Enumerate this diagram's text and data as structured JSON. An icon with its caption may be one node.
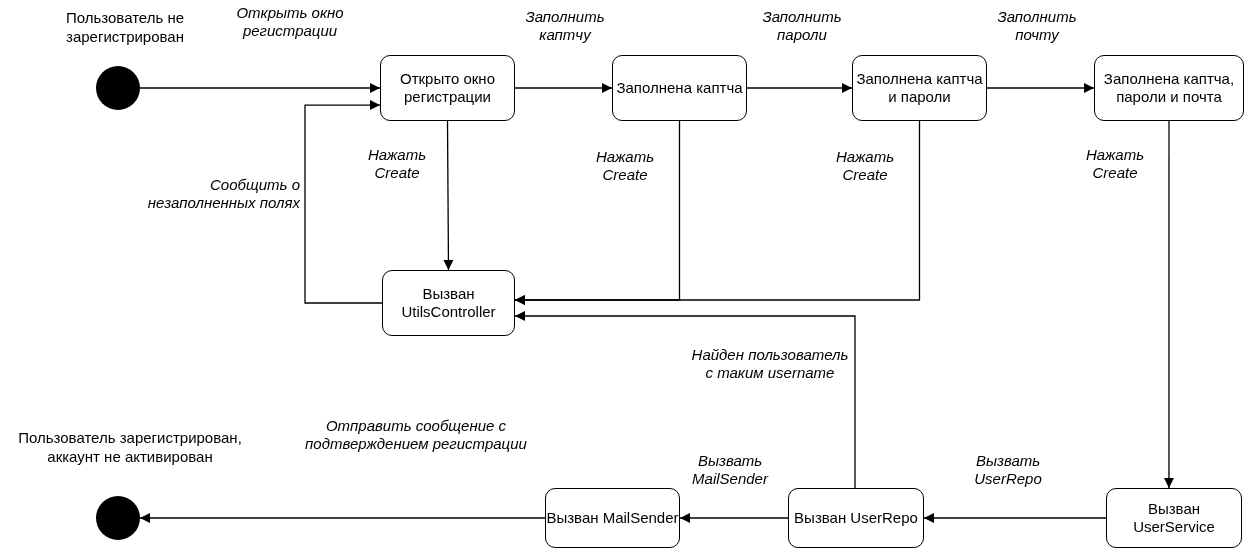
{
  "diagram": {
    "nodes": [
      {
        "text": [],
        "shape": "circle",
        "beside": [
          "Пользователь не зарегистрирован"
        ]
      },
      {
        "text": [
          "Открыто окно регистрации"
        ]
      },
      {
        "text": [
          "Заполнена каптча"
        ]
      },
      {
        "text": [
          "Заполнена каптча и пароли"
        ]
      },
      {
        "text": [
          "Заполнена каптча, пароли и почта"
        ]
      },
      {
        "text": [
          "Вызван UtilsController"
        ]
      },
      {
        "text": [
          "Вызван UserService"
        ]
      },
      {
        "text": [
          "Вызван UserRepo"
        ]
      },
      {
        "text": [
          "Вызван MailSender"
        ]
      },
      {
        "text": [],
        "shape": "circle",
        "beside": [
          "Пользователь зарегистрирован, аккаунт не активирован"
        ]
      }
    ],
    "edges": [
      {
        "from": 0,
        "to": 1,
        "arrow": "to",
        "label": "Открыть окно регистрации"
      },
      {
        "from": 1,
        "to": 2,
        "arrow": "to",
        "label": "Заполнить каптчу"
      },
      {
        "from": 2,
        "to": 3,
        "arrow": "to",
        "label": "Заполнить пароли"
      },
      {
        "from": 3,
        "to": 4,
        "arrow": "to",
        "label": "Заполнить почту"
      },
      {
        "from": 1,
        "to": 5,
        "arrow": "to",
        "label": "Нажать Create"
      },
      {
        "from": 2,
        "to": 5,
        "arrow": "to",
        "label": "Нажать Create"
      },
      {
        "from": 3,
        "to": 5,
        "arrow": "to",
        "label": "Нажать Create"
      },
      {
        "from": 5,
        "to": 1,
        "arrow": "to",
        "label": "Сообщить о незаполненных полях"
      },
      {
        "from": 4,
        "to": 6,
        "arrow": "to",
        "label": "Нажать Create"
      },
      {
        "from": 6,
        "to": 7,
        "arrow": "to",
        "label": "Вызвать UserRepo"
      },
      {
        "from": 7,
        "to": 5,
        "arrow": "to",
        "label": "Найден пользователь с таким username"
      },
      {
        "from": 7,
        "to": 8,
        "arrow": "to",
        "label": "Вызвать MailSender"
      },
      {
        "from": 8,
        "to": 9,
        "arrow": "to",
        "label": "Отправить сообщение с подтверждением регистрации"
      }
    ]
  }
}
